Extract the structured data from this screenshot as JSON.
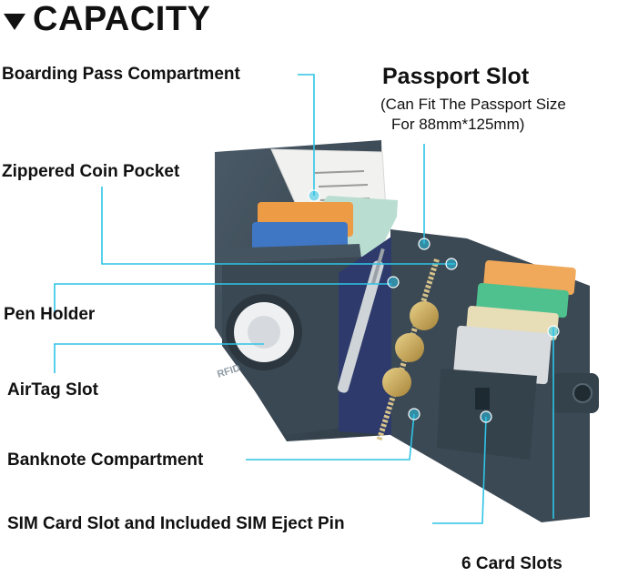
{
  "header": {
    "title": "CAPACITY"
  },
  "labels": {
    "boarding_pass": "Boarding Pass Compartment",
    "coin_pocket": "Zippered Coin Pocket",
    "pen_holder": "Pen Holder",
    "airtag": "AirTag Slot",
    "banknote": "Banknote Compartment",
    "sim": "SIM Card Slot and Included SIM Eject Pin",
    "card_slots": "6 Card Slots",
    "passport_title": "Passport Slot",
    "passport_line1": "(Can Fit The Passport Size",
    "passport_line2": "For 88mm*125mm)"
  },
  "wallet_text": {
    "rfid": "RFID"
  },
  "colors": {
    "leader": "#2ec4e6",
    "leather": "#3e4d58",
    "accent_text": "#111111"
  }
}
